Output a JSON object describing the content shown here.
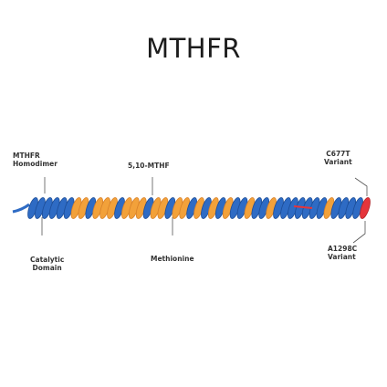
{
  "title": "MTHFR",
  "labels": {
    "homodimer_line1": "MTHFR",
    "homodimer_line2": "Homodimer",
    "mthf": "5,10-MTHF",
    "c677t_line1": "C677T",
    "c677t_line2": "Variant",
    "catalytic_line1": "Catalytic",
    "catalytic_line2": "Domain",
    "methionine": "Methionine",
    "a1298c_line1": "A1298C",
    "a1298c_line2": "Variant"
  },
  "colors": {
    "blue": "#2e6bc4",
    "blue_dark": "#1d4e98",
    "orange": "#f2a13a",
    "orange_dark": "#d9822a",
    "red": "#e5353b",
    "line": "#555555"
  }
}
